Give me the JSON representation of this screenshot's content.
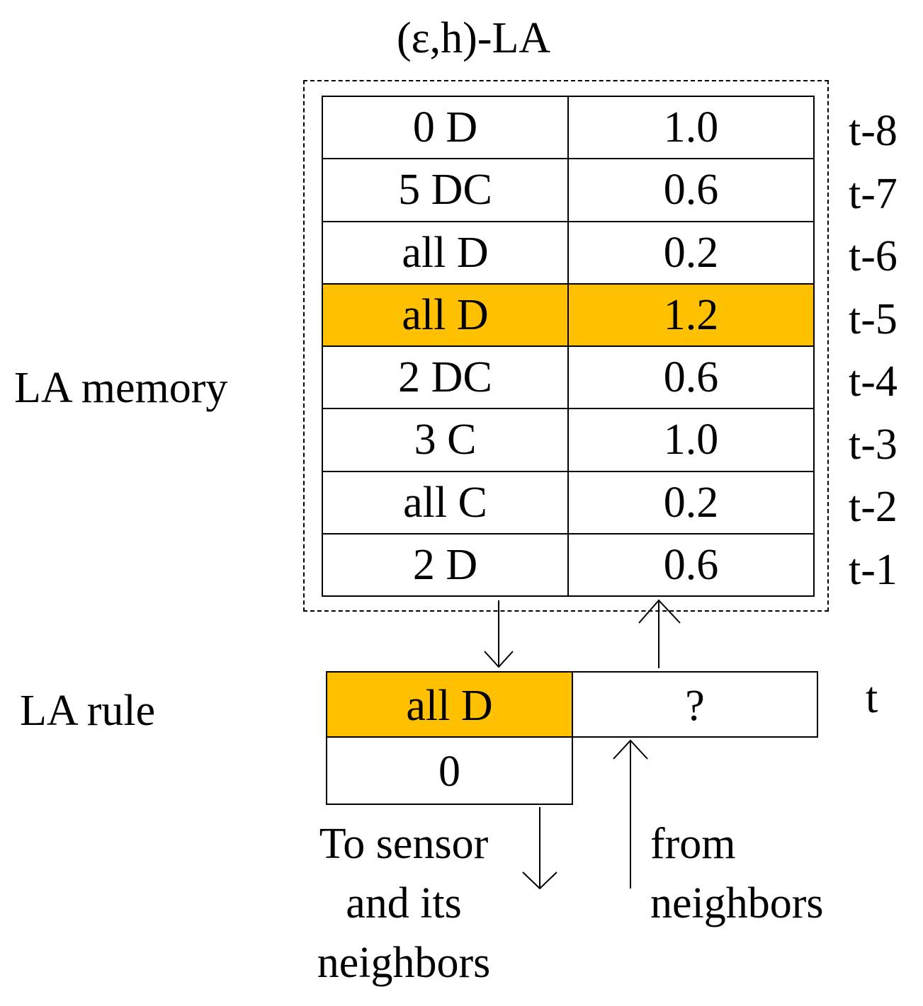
{
  "title": "(ε,h)-LA",
  "memory_label": "LA memory",
  "rule_label": "LA rule",
  "memory_rows": [
    {
      "rule": "0 D",
      "value": "1.0",
      "time": "t-8",
      "highlight": false
    },
    {
      "rule": "5 DC",
      "value": "0.6",
      "time": "t-7",
      "highlight": false
    },
    {
      "rule": "all D",
      "value": "0.2",
      "time": "t-6",
      "highlight": false
    },
    {
      "rule": "all D",
      "value": "1.2",
      "time": "t-5",
      "highlight": true
    },
    {
      "rule": "2 DC",
      "value": "0.6",
      "time": "t-4",
      "highlight": false
    },
    {
      "rule": "3 C",
      "value": "1.0",
      "time": "t-3",
      "highlight": false
    },
    {
      "rule": "all C",
      "value": "0.2",
      "time": "t-2",
      "highlight": false
    },
    {
      "rule": "2 D",
      "value": "0.6",
      "time": "t-1",
      "highlight": false
    }
  ],
  "current": {
    "rule": "all D",
    "value": "?",
    "time": "t",
    "output": "0"
  },
  "captions": {
    "to_sensor": [
      "To sensor",
      "and its",
      "neighbors"
    ],
    "from_neighbors": [
      "from",
      "neighbors"
    ]
  },
  "colors": {
    "highlight": "#ffc000"
  }
}
